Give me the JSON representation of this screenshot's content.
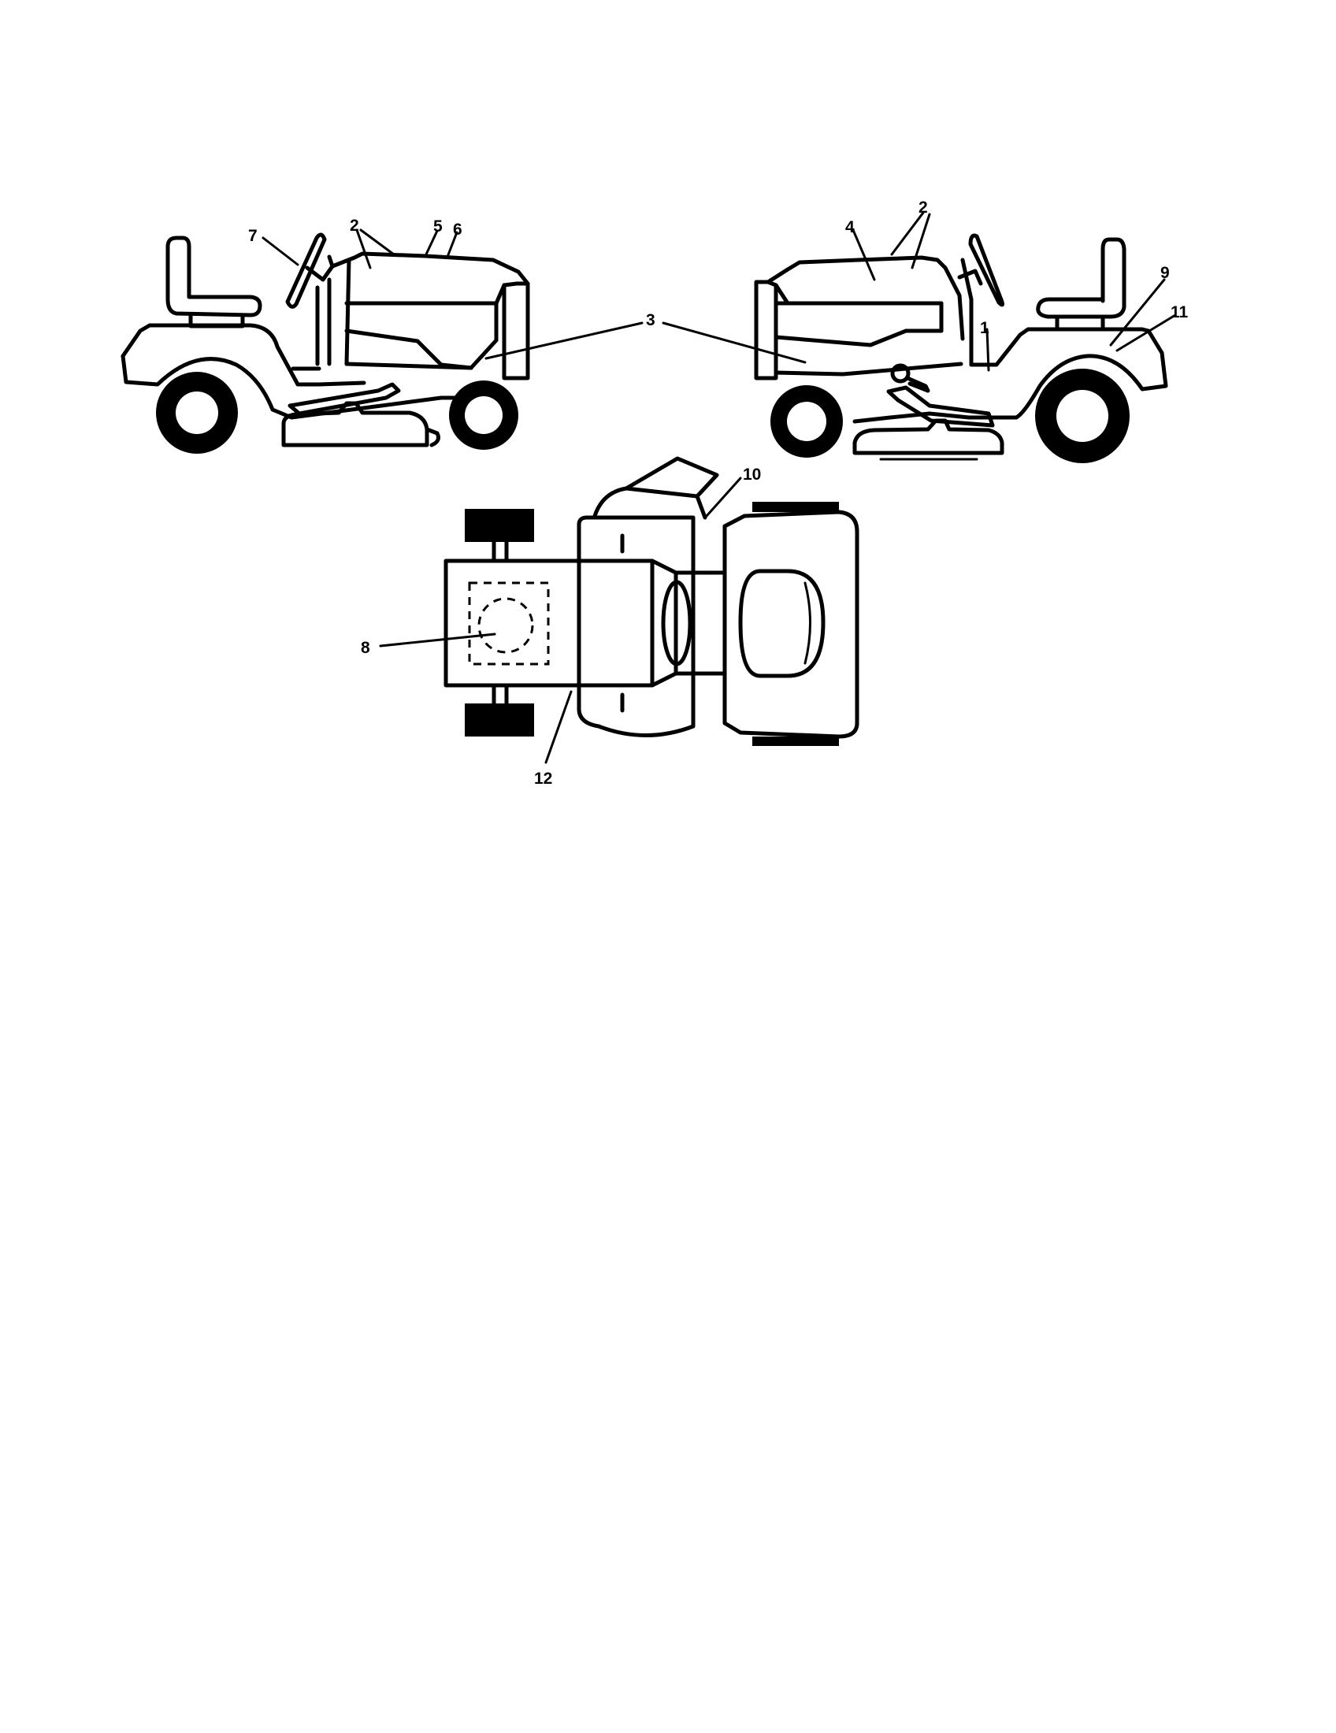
{
  "callouts": {
    "c1": "1",
    "c2_left": "2",
    "c2_right": "2",
    "c3": "3",
    "c4": "4",
    "c5": "5",
    "c6": "6",
    "c7": "7",
    "c8": "8",
    "c9": "9",
    "c10": "10",
    "c11": "11",
    "c12": "12"
  },
  "colors": {
    "line": "#000000",
    "background": "#ffffff"
  }
}
